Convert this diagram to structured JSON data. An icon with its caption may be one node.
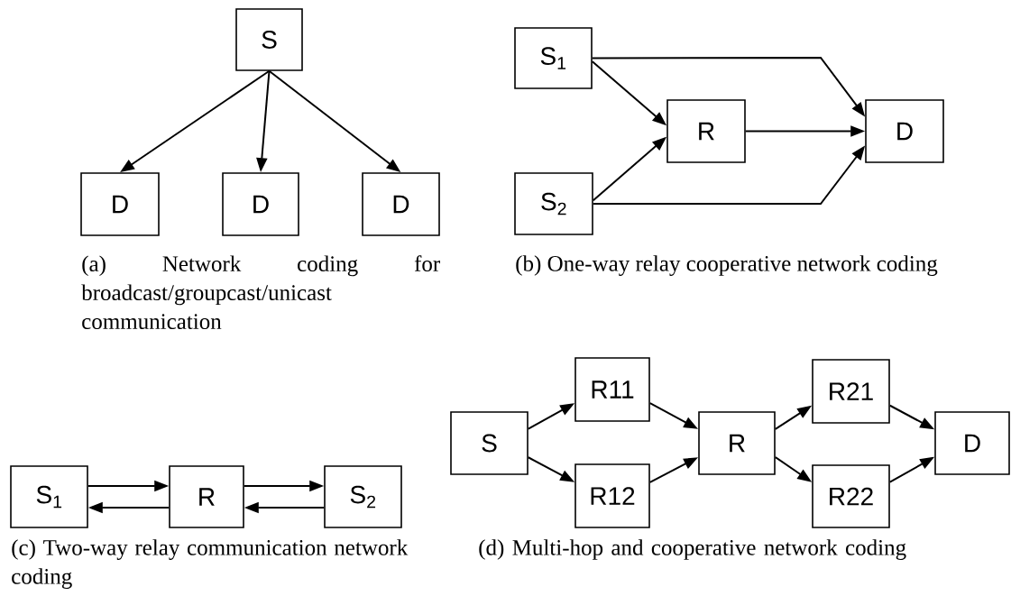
{
  "diagram": {
    "nodes": [
      {
        "text": [
          "S"
        ]
      },
      {
        "text": [
          "D"
        ]
      },
      {
        "text": [
          "D"
        ]
      },
      {
        "text": [
          "D"
        ]
      },
      {
        "text": [
          "S$_{1}$"
        ]
      },
      {
        "text": [
          "R"
        ]
      },
      {
        "text": [
          "D"
        ]
      },
      {
        "text": [
          "S$_{2}$"
        ]
      },
      {
        "text": [
          "S$_{1}$"
        ]
      },
      {
        "text": [
          "R"
        ]
      },
      {
        "text": [
          "S$_{2}$"
        ]
      },
      {
        "text": [
          "S"
        ]
      },
      {
        "text": [
          "R11"
        ]
      },
      {
        "text": [
          "R12"
        ]
      },
      {
        "text": [
          "R"
        ]
      },
      {
        "text": [
          "R21"
        ]
      },
      {
        "text": [
          "R22"
        ]
      },
      {
        "text": [
          "D"
        ]
      }
    ],
    "edges": [
      {
        "from": 0,
        "to": 1,
        "arrow": "to"
      },
      {
        "from": 0,
        "to": 2,
        "arrow": "to"
      },
      {
        "from": 0,
        "to": 3,
        "arrow": "to"
      },
      {
        "from": 4,
        "to": 5,
        "arrow": "to"
      },
      {
        "from": 7,
        "to": 5,
        "arrow": "to"
      },
      {
        "from": 5,
        "to": 6,
        "arrow": "to"
      },
      {
        "from": 4,
        "to": 6,
        "arrow": "to"
      },
      {
        "from": 7,
        "to": 6,
        "arrow": "to"
      },
      {
        "from": 8,
        "to": 9,
        "arrow": "to"
      },
      {
        "from": 9,
        "to": 8,
        "arrow": "to"
      },
      {
        "from": 9,
        "to": 10,
        "arrow": "to"
      },
      {
        "from": 10,
        "to": 9,
        "arrow": "to"
      },
      {
        "from": 11,
        "to": 12,
        "arrow": "to"
      },
      {
        "from": 11,
        "to": 13,
        "arrow": "to"
      },
      {
        "from": 12,
        "to": 14,
        "arrow": "to"
      },
      {
        "from": 13,
        "to": 14,
        "arrow": "to"
      },
      {
        "from": 14,
        "to": 15,
        "arrow": "to"
      },
      {
        "from": 14,
        "to": 16,
        "arrow": "to"
      },
      {
        "from": 15,
        "to": 17,
        "arrow": "to"
      },
      {
        "from": 16,
        "to": 17,
        "arrow": "to"
      }
    ],
    "labels": [
      "(a) Network coding for broadcast/groupcast/unicast communication",
      "(b) One-way relay cooperative network coding",
      "(c) Two-way relay communication network coding",
      "(d) Multi-hop and cooperative network coding"
    ]
  }
}
